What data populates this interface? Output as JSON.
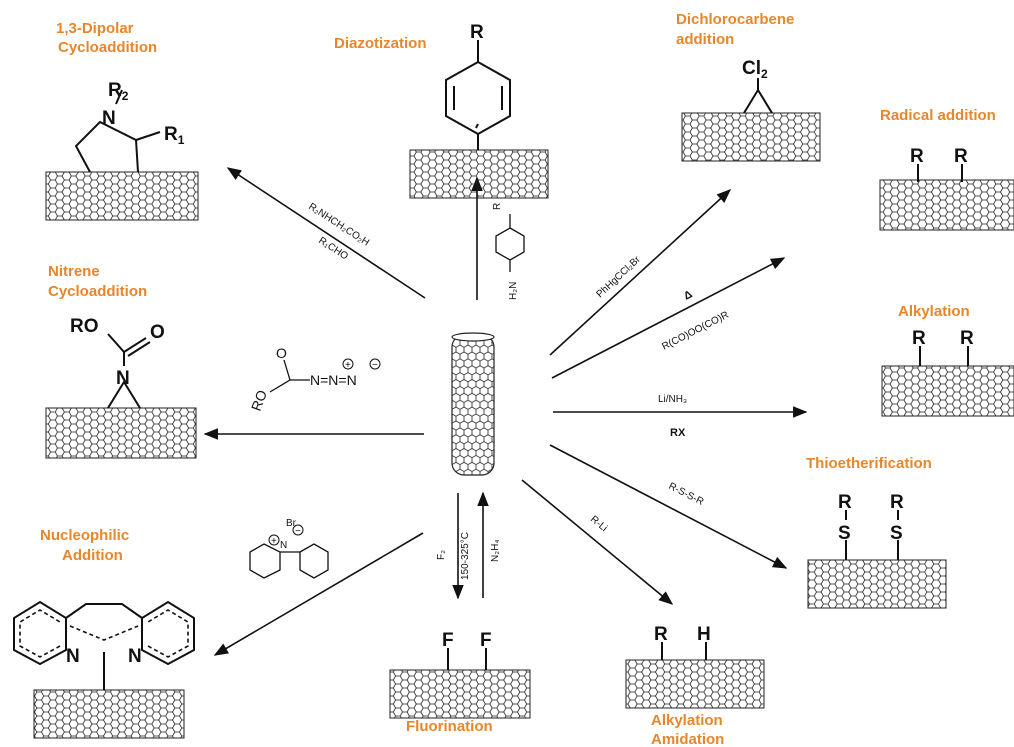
{
  "reactions": {
    "cycloaddition_13": {
      "title_line1": "1,3-Dipolar",
      "title_line2": "Cycloaddition",
      "reagent_1": "R₂NHCH₂CO₂H",
      "reagent_2": "R₁CHO",
      "atom_n": "N",
      "atom_r2": "R",
      "r2_sub": "2",
      "atom_r1": "R",
      "r1_sub": "1"
    },
    "diazotization": {
      "title": "Diazotization",
      "atom_r": "R",
      "reagent_r": "R",
      "reagent_nh2": "H₂N"
    },
    "dichlorocarbene": {
      "title_line1": "Dichlorocarbene",
      "title_line2": "addition",
      "atom_cl": "Cl",
      "cl_sub": "2",
      "reagent": "PhHgCCl₂Br"
    },
    "radical_addition": {
      "title": "Radical addition",
      "atom_r_1": "R",
      "atom_r_2": "R",
      "reagent_1": "Δ",
      "reagent_2": "R(CO)OO(CO)R"
    },
    "alkylation": {
      "title": "Alkylation",
      "atom_r_1": "R",
      "atom_r_2": "R",
      "reagent_1": "Li/NH₃",
      "reagent_2": "RX"
    },
    "thioetherification": {
      "title": "Thioetherification",
      "atom_r_1": "R",
      "atom_s_1": "S",
      "atom_r_2": "R",
      "atom_s_2": "S",
      "reagent": "R-S-S-R"
    },
    "alkylation_amidation": {
      "title_line1": "Alkylation",
      "title_line2": "Amidation",
      "atom_r": "R",
      "atom_h": "H",
      "reagent": "R-Li"
    },
    "fluorination": {
      "title": "Fluorination",
      "atom_f_1": "F",
      "atom_f_2": "F",
      "reagent_1": "F₂",
      "reagent_2": "150-325°C",
      "reagent_3": "N₂H₄"
    },
    "nucleophilic": {
      "title_line1": "Nucleophilic",
      "title_line2": "Addition",
      "atom_n_1": "N",
      "atom_n_2": "N",
      "reagent_n": "N",
      "reagent_br": "Br",
      "reagent_plus": "+",
      "reagent_minus": "−"
    },
    "nitrene": {
      "title_line1": "Nitrene",
      "title_line2": "Cycloaddition",
      "atom_ro": "RO",
      "atom_o": "O",
      "atom_n": "N",
      "reagent_o": "O",
      "reagent_ro": "RO",
      "reagent_azide": "N=N=N",
      "reagent_plus": "+",
      "reagent_minus": "−"
    }
  }
}
